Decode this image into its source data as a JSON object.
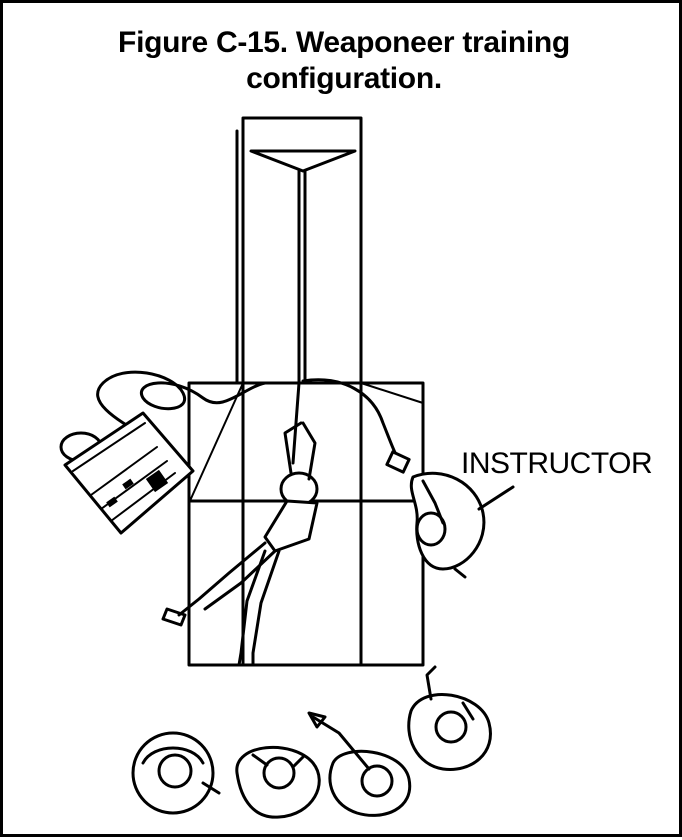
{
  "figure": {
    "title_line1": "Figure C-15. Weaponeer training",
    "title_line2": "configuration."
  },
  "labels": {
    "instructor": "INSTRUCTOR"
  }
}
